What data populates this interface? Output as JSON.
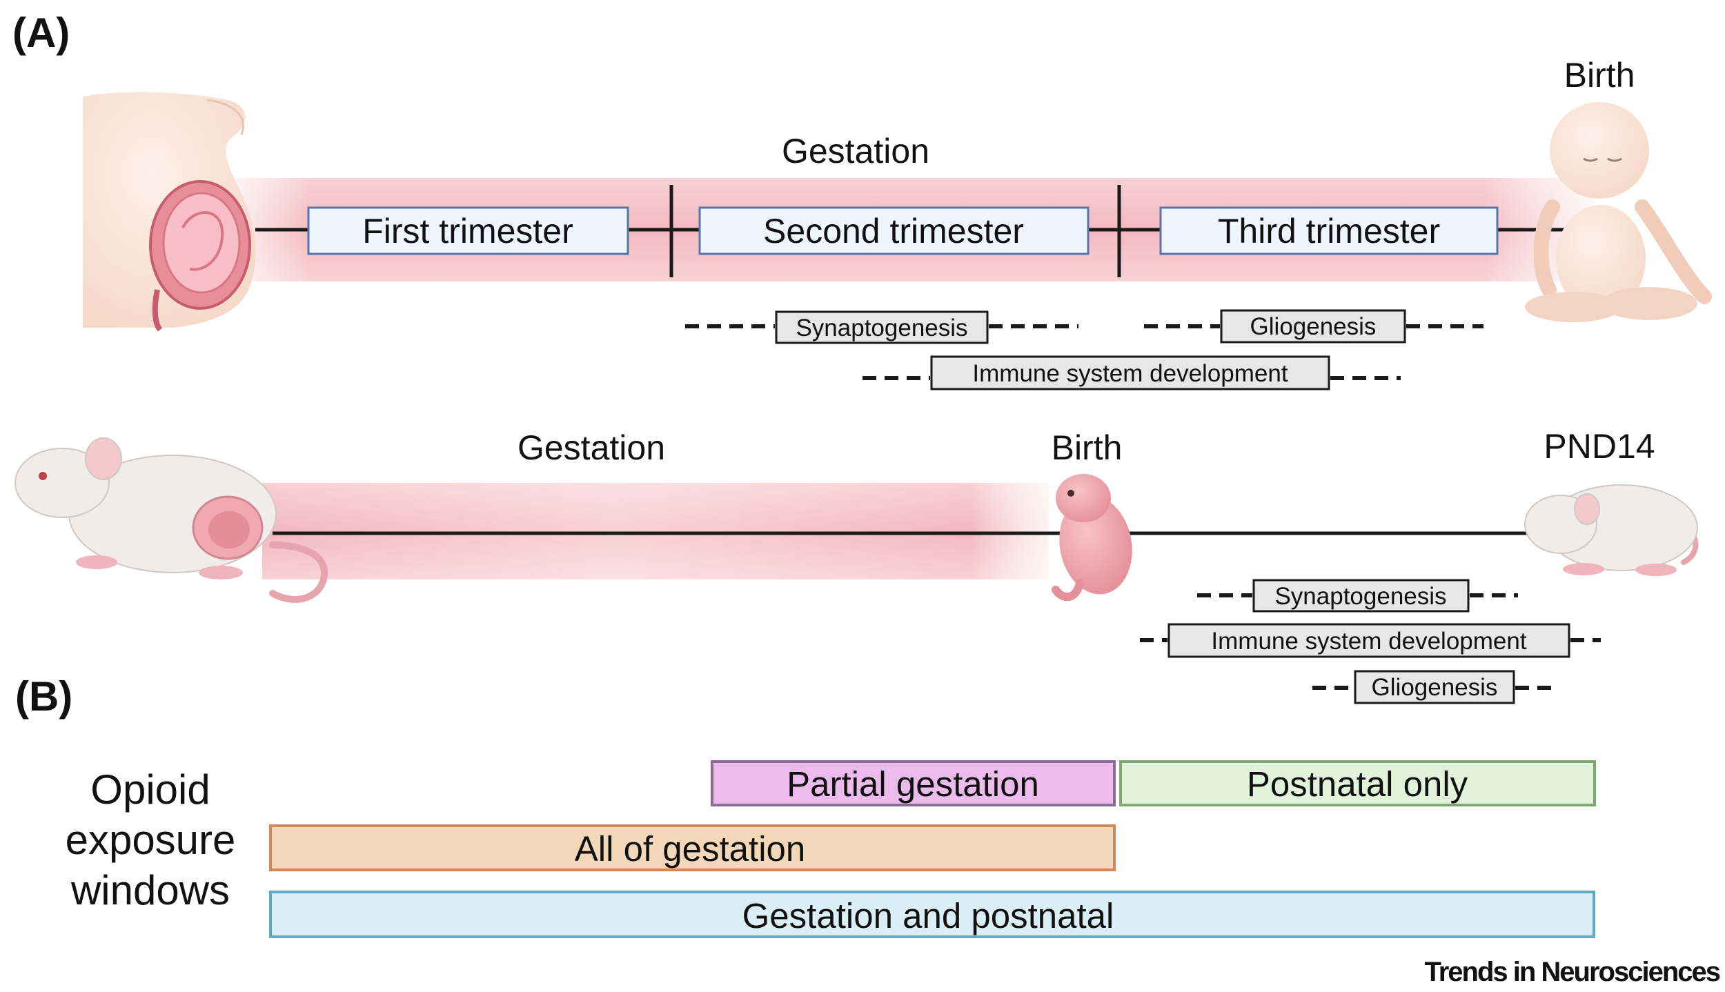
{
  "panel_a": {
    "label": "(A)",
    "human": {
      "gestation_label": "Gestation",
      "birth_label": "Birth",
      "trimesters": [
        "First trimester",
        "Second trimester",
        "Third trimester"
      ],
      "processes": {
        "synaptogenesis": "Synaptogenesis",
        "gliogenesis": "Gliogenesis",
        "immune": "Immune system development"
      }
    },
    "rodent": {
      "gestation_label": "Gestation",
      "birth_label": "Birth",
      "end_label": "PND14",
      "processes": {
        "synaptogenesis": "Synaptogenesis",
        "immune": "Immune system development",
        "gliogenesis": "Gliogenesis"
      }
    }
  },
  "panel_b": {
    "label": "(B)",
    "title_lines": [
      "Opioid",
      "exposure",
      "windows"
    ],
    "windows": {
      "partial": {
        "label": "Partial gestation",
        "fill": "#ebbbec",
        "stroke": "#8e6a9b"
      },
      "postnatal": {
        "label": "Postnatal only",
        "fill": "#e2f3dc",
        "stroke": "#7ea86f"
      },
      "all_gestation": {
        "label": "All of gestation",
        "fill": "#f2d8b8",
        "stroke": "#d08a55"
      },
      "gestation_postnatal": {
        "label": "Gestation and postnatal",
        "fill": "#d9eef5",
        "stroke": "#5fa9c3"
      }
    }
  },
  "footer": {
    "journal": "Trends in Neurosciences"
  },
  "colors": {
    "band": "#f2b8be",
    "trimester_fill": "#eef5fe",
    "trimester_stroke": "#5b74a8",
    "process_fill": "#e7e7e7"
  }
}
